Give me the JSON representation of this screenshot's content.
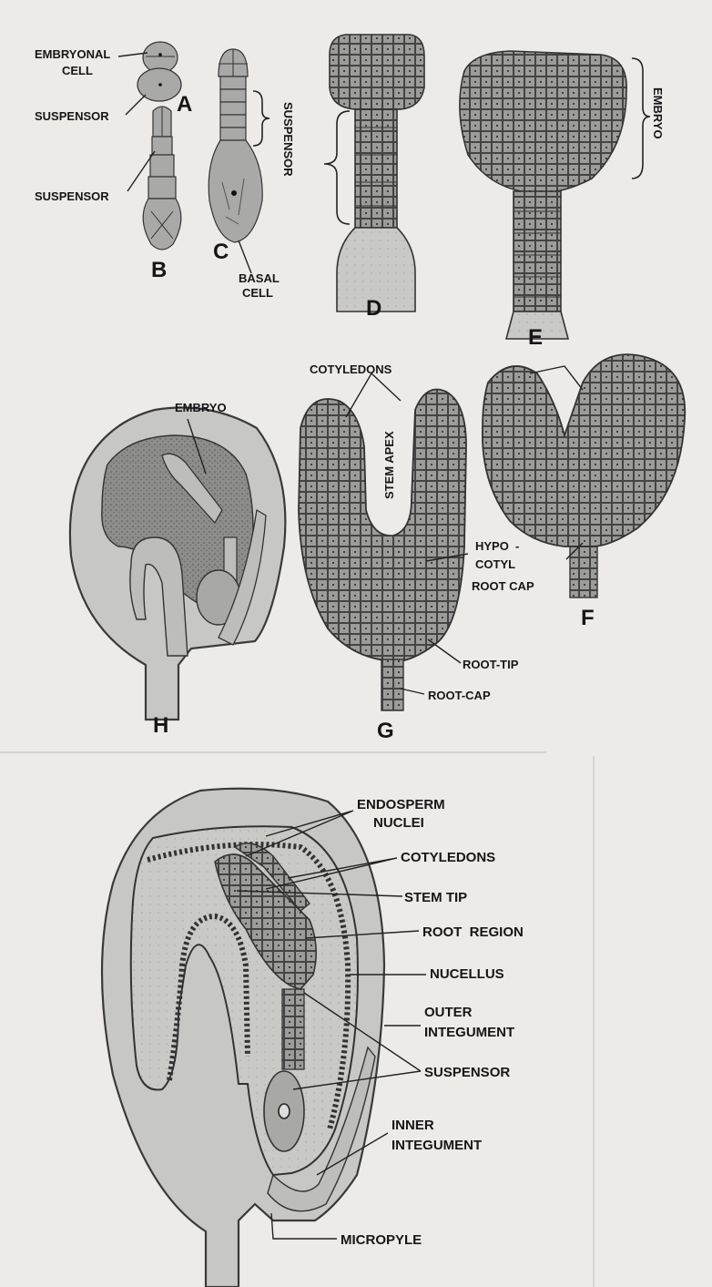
{
  "stages": {
    "a": "A",
    "b": "B",
    "c": "C",
    "d": "D",
    "e": "E",
    "f": "F",
    "g": "G",
    "h": "H"
  },
  "top_labels": {
    "embryonal_cell": [
      "EMBRYONAL",
      "CELL"
    ],
    "suspensor_a": "SUSPENSOR",
    "suspensor_b": "SUSPENSOR",
    "suspensor_c": "SUSPENSOR",
    "basal_cell": [
      "BASAL",
      "CELL"
    ],
    "embryo_e": "EMBRYO",
    "embryo_h": "EMBRYO",
    "cotyledons": "COTYLEDONS",
    "stem_apex": "STEM APEX",
    "hypocotyl": [
      "HYPO",
      "-",
      "COTYL"
    ],
    "root_cap_f": "ROOT CAP",
    "root_tip": "ROOT-TIP",
    "root_cap_g": "ROOT-CAP"
  },
  "bottom_labels": {
    "endosperm_nuclei": [
      "ENDOSPERM",
      "NUCLEI"
    ],
    "cotyledons": "COTYLEDONS",
    "stem_tip": "STEM TIP",
    "root_region": "ROOT  REGION",
    "nucellus": "NUCELLUS",
    "outer_integument": [
      "OUTER",
      "INTEGUMENT"
    ],
    "suspensor": "SUSPENSOR",
    "inner_integument": [
      "INNER",
      "INTEGUMENT"
    ],
    "micropyle": "MICROPYLE"
  }
}
